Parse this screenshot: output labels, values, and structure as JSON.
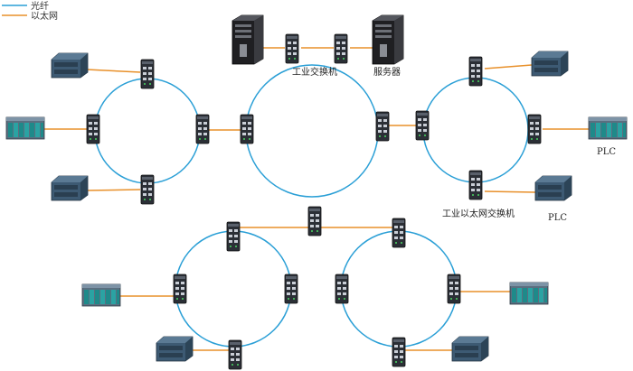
{
  "legend": {
    "fiber_label": "光纤",
    "ethernet_label": "以太网"
  },
  "labels": {
    "industrial_switch": "工业交换机",
    "server": "服务器",
    "industrial_ethernet_switch": "工业以太网交换机",
    "plc_right_1": "PLC",
    "plc_right_2": "PLC"
  },
  "colors": {
    "fiber": "#2a9fd6",
    "ethernet": "#e8902a",
    "switch_body": "#2b2f36",
    "plc_body": "#3d5a73",
    "server_body": "#2a2a2e"
  },
  "icons": {
    "switch": "industrial-switch-icon",
    "plc_rack": "plc-rack-icon",
    "plc_compact": "plc-compact-icon",
    "server": "server-tower-icon"
  }
}
